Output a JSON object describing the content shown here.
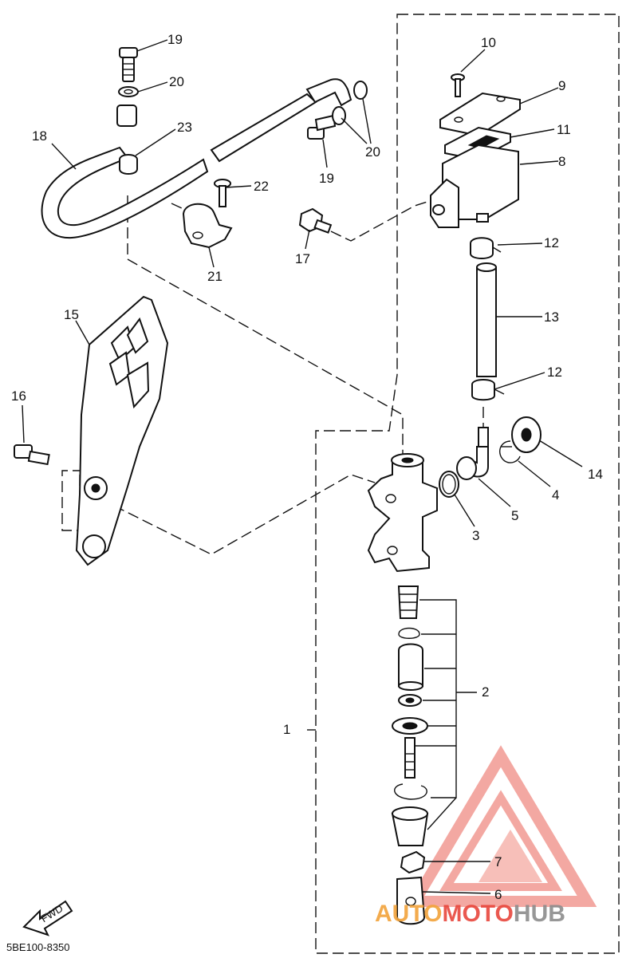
{
  "callouts": [
    {
      "id": "1",
      "text": "1"
    },
    {
      "id": "2",
      "text": "2"
    },
    {
      "id": "3",
      "text": "3"
    },
    {
      "id": "4",
      "text": "4"
    },
    {
      "id": "5",
      "text": "5"
    },
    {
      "id": "6",
      "text": "6"
    },
    {
      "id": "7",
      "text": "7"
    },
    {
      "id": "8",
      "text": "8"
    },
    {
      "id": "9",
      "text": "9"
    },
    {
      "id": "10",
      "text": "10"
    },
    {
      "id": "11",
      "text": "11"
    },
    {
      "id": "12a",
      "text": "12"
    },
    {
      "id": "12b",
      "text": "12"
    },
    {
      "id": "13",
      "text": "13"
    },
    {
      "id": "14",
      "text": "14"
    },
    {
      "id": "15",
      "text": "15"
    },
    {
      "id": "16",
      "text": "16"
    },
    {
      "id": "17",
      "text": "17"
    },
    {
      "id": "18",
      "text": "18"
    },
    {
      "id": "19a",
      "text": "19"
    },
    {
      "id": "19b",
      "text": "19"
    },
    {
      "id": "20a",
      "text": "20"
    },
    {
      "id": "20b",
      "text": "20"
    },
    {
      "id": "21",
      "text": "21"
    },
    {
      "id": "22",
      "text": "22"
    },
    {
      "id": "23",
      "text": "23"
    }
  ],
  "fwd_label": "FWD",
  "diagram_code": "5BE100-8350",
  "watermark": {
    "part1": "AUTO",
    "part2": "MOTO",
    "part3": "HUB"
  },
  "colors": {
    "line": "#111111",
    "watermark_red": "#e8463c",
    "watermark_orange": "#f2a33a",
    "watermark_gray": "#8c8c8c"
  }
}
